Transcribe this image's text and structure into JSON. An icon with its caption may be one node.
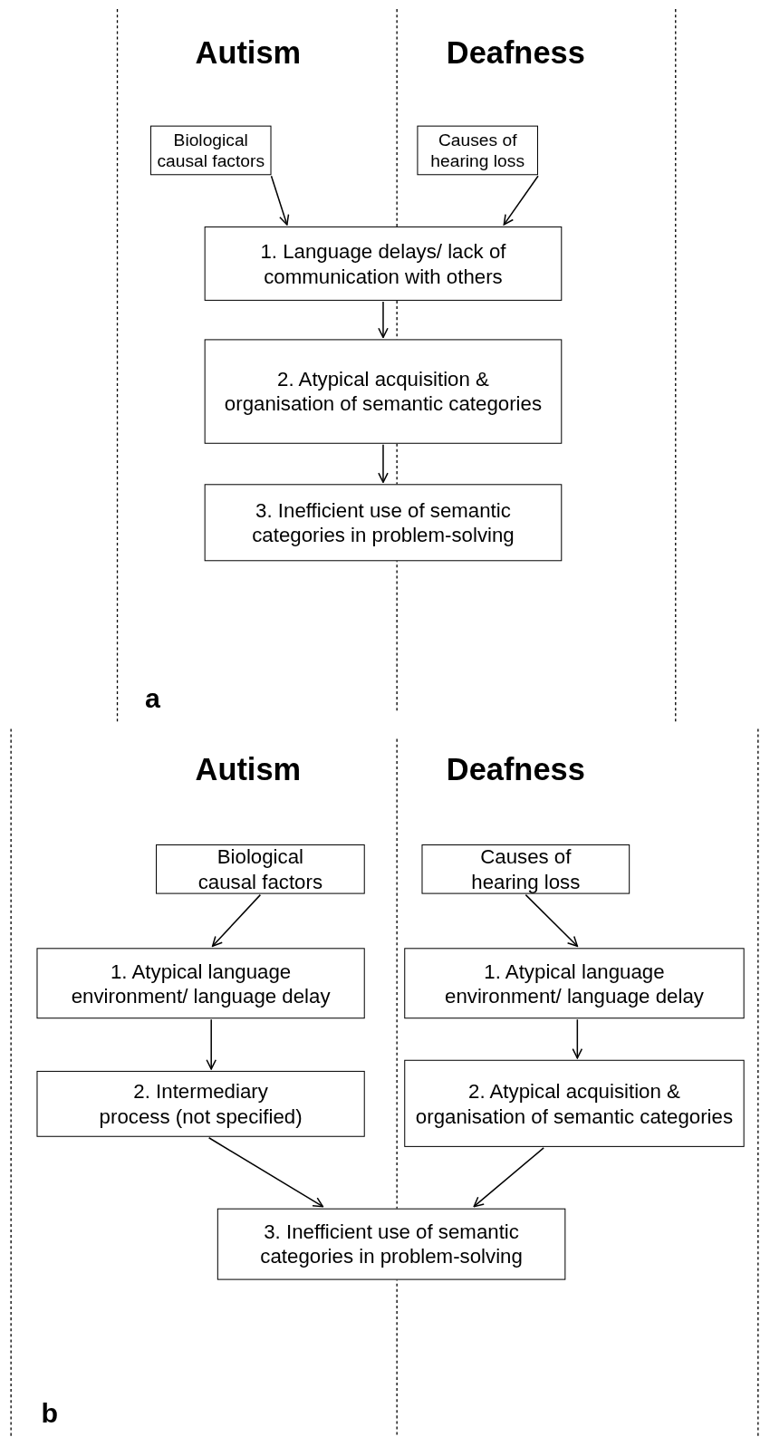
{
  "diagram": {
    "nodes": [
      {
        "text": [
          "Biological causal factors"
        ]
      },
      {
        "text": [
          "Causes of hearing loss"
        ]
      },
      {
        "text": [
          "1. Language delays/ lack of communication with others"
        ]
      },
      {
        "text": [
          "2. Atypical acquisition & organisation of semantic categories"
        ]
      },
      {
        "text": [
          "3. Inefficient use of semantic categories in problem-solving"
        ]
      },
      {
        "text": [
          "Biological causal factors"
        ]
      },
      {
        "text": [
          "Causes of hearing loss"
        ]
      },
      {
        "text": [
          "1. Atypical language environment/ language delay"
        ]
      },
      {
        "text": [
          "1. Atypical language environment/ language delay"
        ]
      },
      {
        "text": [
          "2. Intermediary process (not specified)"
        ]
      },
      {
        "text": [
          "2. Atypical acquisition & organisation of semantic categories"
        ]
      },
      {
        "text": [
          "3. Inefficient use of semantic categories in problem-solving"
        ]
      }
    ],
    "edges": [
      {
        "from": 0,
        "to": 2,
        "arrow": "to"
      },
      {
        "from": 1,
        "to": 2,
        "arrow": "to"
      },
      {
        "from": 2,
        "to": 3,
        "arrow": "to"
      },
      {
        "from": 3,
        "to": 4,
        "arrow": "to"
      },
      {
        "from": 5,
        "to": 7,
        "arrow": "to"
      },
      {
        "from": 6,
        "to": 8,
        "arrow": "to"
      },
      {
        "from": 7,
        "to": 9,
        "arrow": "to"
      },
      {
        "from": 8,
        "to": 10,
        "arrow": "to"
      },
      {
        "from": 9,
        "to": 11,
        "arrow": "to"
      },
      {
        "from": 10,
        "to": 11,
        "arrow": "to"
      }
    ],
    "labels": [
      "Autism",
      "Deafness",
      "a",
      "Autism",
      "Deafness",
      "b"
    ]
  }
}
